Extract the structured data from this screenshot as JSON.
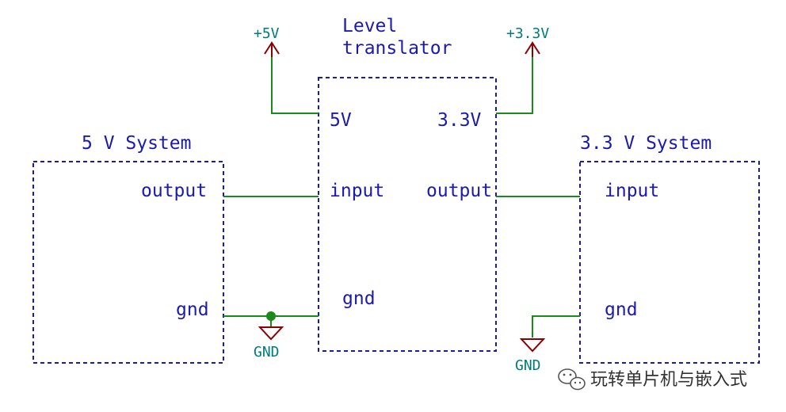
{
  "diagram": {
    "left_system": {
      "title": "5 V System",
      "output_label": "output",
      "gnd_label": "gnd"
    },
    "translator": {
      "title_line1": "Level",
      "title_line2": "translator",
      "pin_5v": "5V",
      "pin_33v": "3.3V",
      "pin_input": "input",
      "pin_output": "output",
      "pin_gnd": "gnd"
    },
    "right_system": {
      "title": "3.3 V System",
      "input_label": "input",
      "gnd_label": "gnd"
    },
    "power": {
      "left_supply": "+5V",
      "right_supply": "+3.3V"
    },
    "ground": {
      "left_gnd": "GND",
      "right_gnd": "GND"
    }
  },
  "watermark": {
    "text": "玩转单片机与嵌入式",
    "icon": "wechat-icon"
  },
  "colors": {
    "box": "#1a1ab0",
    "wire": "#1a8a1a",
    "power_symbol": "#8b0000",
    "power_label": "#007b7b"
  }
}
